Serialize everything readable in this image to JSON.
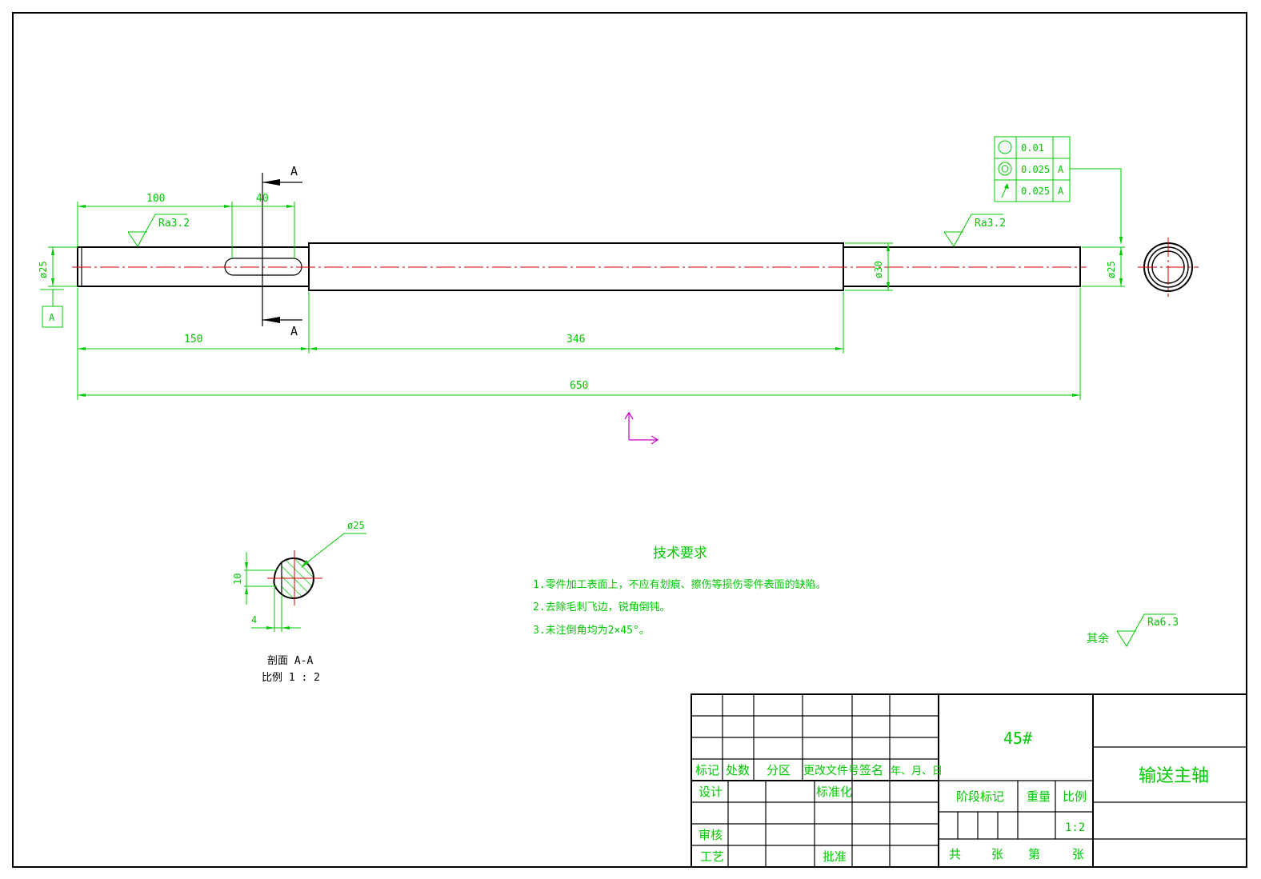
{
  "view_main": {
    "dims": {
      "d100": "100",
      "d40": "40",
      "d150": "150",
      "d346": "346",
      "d650": "650",
      "dia_left": "ø25",
      "dia_mid": "ø30",
      "dia_right": "ø25"
    },
    "roughness_left": "Ra3.2",
    "roughness_right": "Ra3.2",
    "section_letter_top": "A",
    "section_letter_bottom": "A",
    "datum": "A"
  },
  "gdt": {
    "rows": [
      {
        "symbol": "circularity-icon",
        "value": "0.01",
        "datum": ""
      },
      {
        "symbol": "concentricity-icon",
        "value": "0.025",
        "datum": "A"
      },
      {
        "symbol": "runout-icon",
        "value": "0.025",
        "datum": "A"
      }
    ]
  },
  "section_view": {
    "dia": "ø25",
    "dim10": "10",
    "dim4": "4",
    "caption1": "剖面  A-A",
    "caption2": "比例  1 : 2"
  },
  "tech_req": {
    "title": "技术要求",
    "items": [
      "1.零件加工表面上，不应有划痕、擦伤等损伤零件表面的缺陷。",
      "2.去除毛刺飞边，锐角倒钝。",
      "3.未注倒角均为2×45°。"
    ]
  },
  "remaining": {
    "label": "其余",
    "ra": "Ra6.3"
  },
  "title_block": {
    "material": "45#",
    "part_name": "输送主轴",
    "headers": [
      "标记",
      "处数",
      "分区",
      "更改文件号",
      "签名",
      "年、月、日"
    ],
    "design": "设计",
    "standardize": "标准化",
    "review": "审核",
    "process": "工艺",
    "approve": "批准",
    "stage_mark": "阶段标记",
    "weight": "重量",
    "scale_label": "比例",
    "scale_value": "1:2",
    "total": "共",
    "sheet_unit1": "张",
    "sheet_no": "第",
    "sheet_unit2": "张"
  },
  "colors": {
    "dimension": "#00c800",
    "outline": "#000000",
    "centerline": "#cc0000",
    "ucs": "#cc00cc"
  }
}
